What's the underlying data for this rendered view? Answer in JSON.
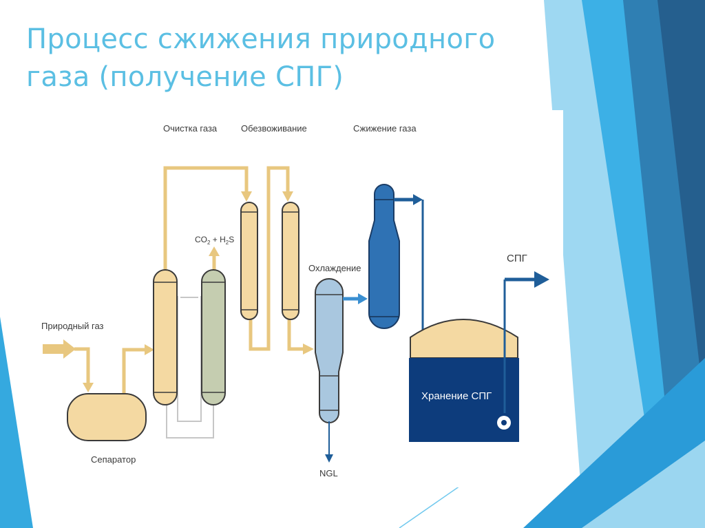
{
  "slide": {
    "title": "Процесс сжижения природного газа (получение СПГ)"
  },
  "diagram": {
    "stage_labels": {
      "gas_cleaning": "Очистка газа",
      "dehydration": "Обезвоживание",
      "gas_liquefaction": "Сжижение газа"
    },
    "labels": {
      "natural_gas": "Природный газ",
      "separator": "Сепаратор",
      "cooling": "Охлаждение",
      "ngl": "NGL",
      "lng": "СПГ",
      "lng_storage": "Хранение СПГ",
      "co2_h2s_prefix": "CO",
      "co2_sub": "2",
      "co2_h2s_mid": " + H",
      "h2s_sub": "2",
      "h2s_suffix": "S"
    },
    "colors": {
      "gas_flow": "#e8c77f",
      "vessel_fill": "#f4d9a2",
      "vessel_stroke": "#3a3a3a",
      "absorber_fill": "#c5cdb0",
      "cooler_fill": "#a9c7df",
      "liquefier_fill": "#2f72b4",
      "lng_flow": "#1f5e99",
      "storage_fill": "#0d3c7c",
      "title": "#5bbfe3"
    }
  }
}
